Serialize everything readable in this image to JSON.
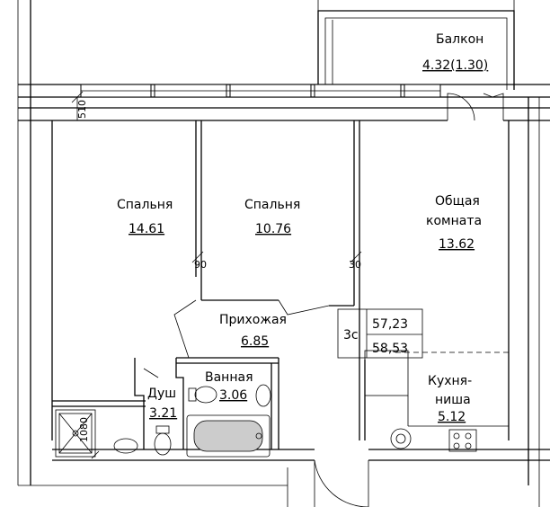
{
  "rooms": {
    "balcony": {
      "name": "Балкон",
      "area": "4.32(1.30)"
    },
    "bedroom1": {
      "name": "Спальня",
      "area": "14.61"
    },
    "bedroom2": {
      "name": "Спальня",
      "area": "10.76"
    },
    "common": {
      "name_line1": "Общая",
      "name_line2": "комната",
      "area": "13.62"
    },
    "hallway": {
      "name": "Прихожая",
      "area": "6.85"
    },
    "bathroom": {
      "name": "Ванная",
      "area": "3.06"
    },
    "shower": {
      "name": "Душ",
      "area": "3.21"
    },
    "kitchen": {
      "name_line1": "Кухня-",
      "name_line2": "ниша",
      "area": "5.12"
    }
  },
  "apartment": {
    "type": "3с",
    "area_living": "57,23",
    "area_total": "58,53"
  },
  "dimensions": {
    "wall": "510",
    "door1": "90",
    "door2": "30",
    "shower_tray": "1080"
  }
}
